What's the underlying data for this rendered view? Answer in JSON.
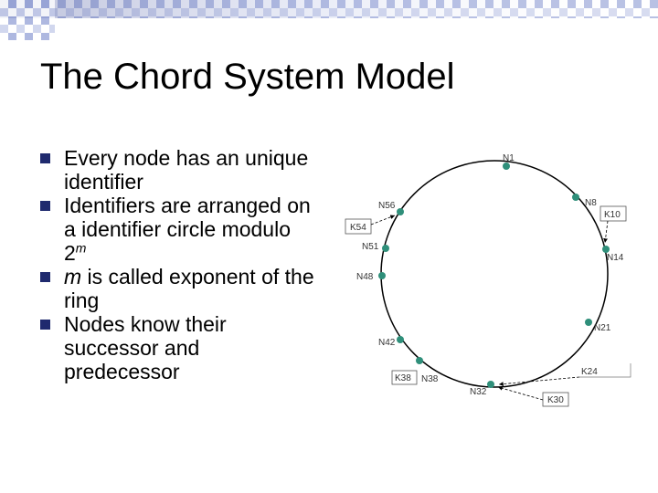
{
  "slide": {
    "title": "The Chord System Model",
    "bullets": [
      {
        "pre": "",
        "italic": "",
        "text": "Every node has an unique identifier",
        "sup": ""
      },
      {
        "pre": "Identifiers are arranged on a identifier circle modulo 2",
        "italic": "",
        "text": "",
        "sup": "m"
      },
      {
        "pre": "",
        "italic": "m",
        "text": " is called exponent of the ring",
        "sup": ""
      },
      {
        "pre": "",
        "italic": "",
        "text": "Nodes know their successor and predecessor",
        "sup": ""
      }
    ]
  },
  "diagram": {
    "nodes": [
      "N1",
      "N8",
      "N14",
      "N21",
      "N32",
      "N38",
      "N42",
      "N48",
      "N51",
      "N56"
    ],
    "keys": [
      "K10",
      "K24",
      "K30",
      "K38",
      "K54"
    ],
    "colors": {
      "node": "#2f8f7a",
      "ring": "#000000",
      "bullet": "#1f2a6e"
    }
  }
}
